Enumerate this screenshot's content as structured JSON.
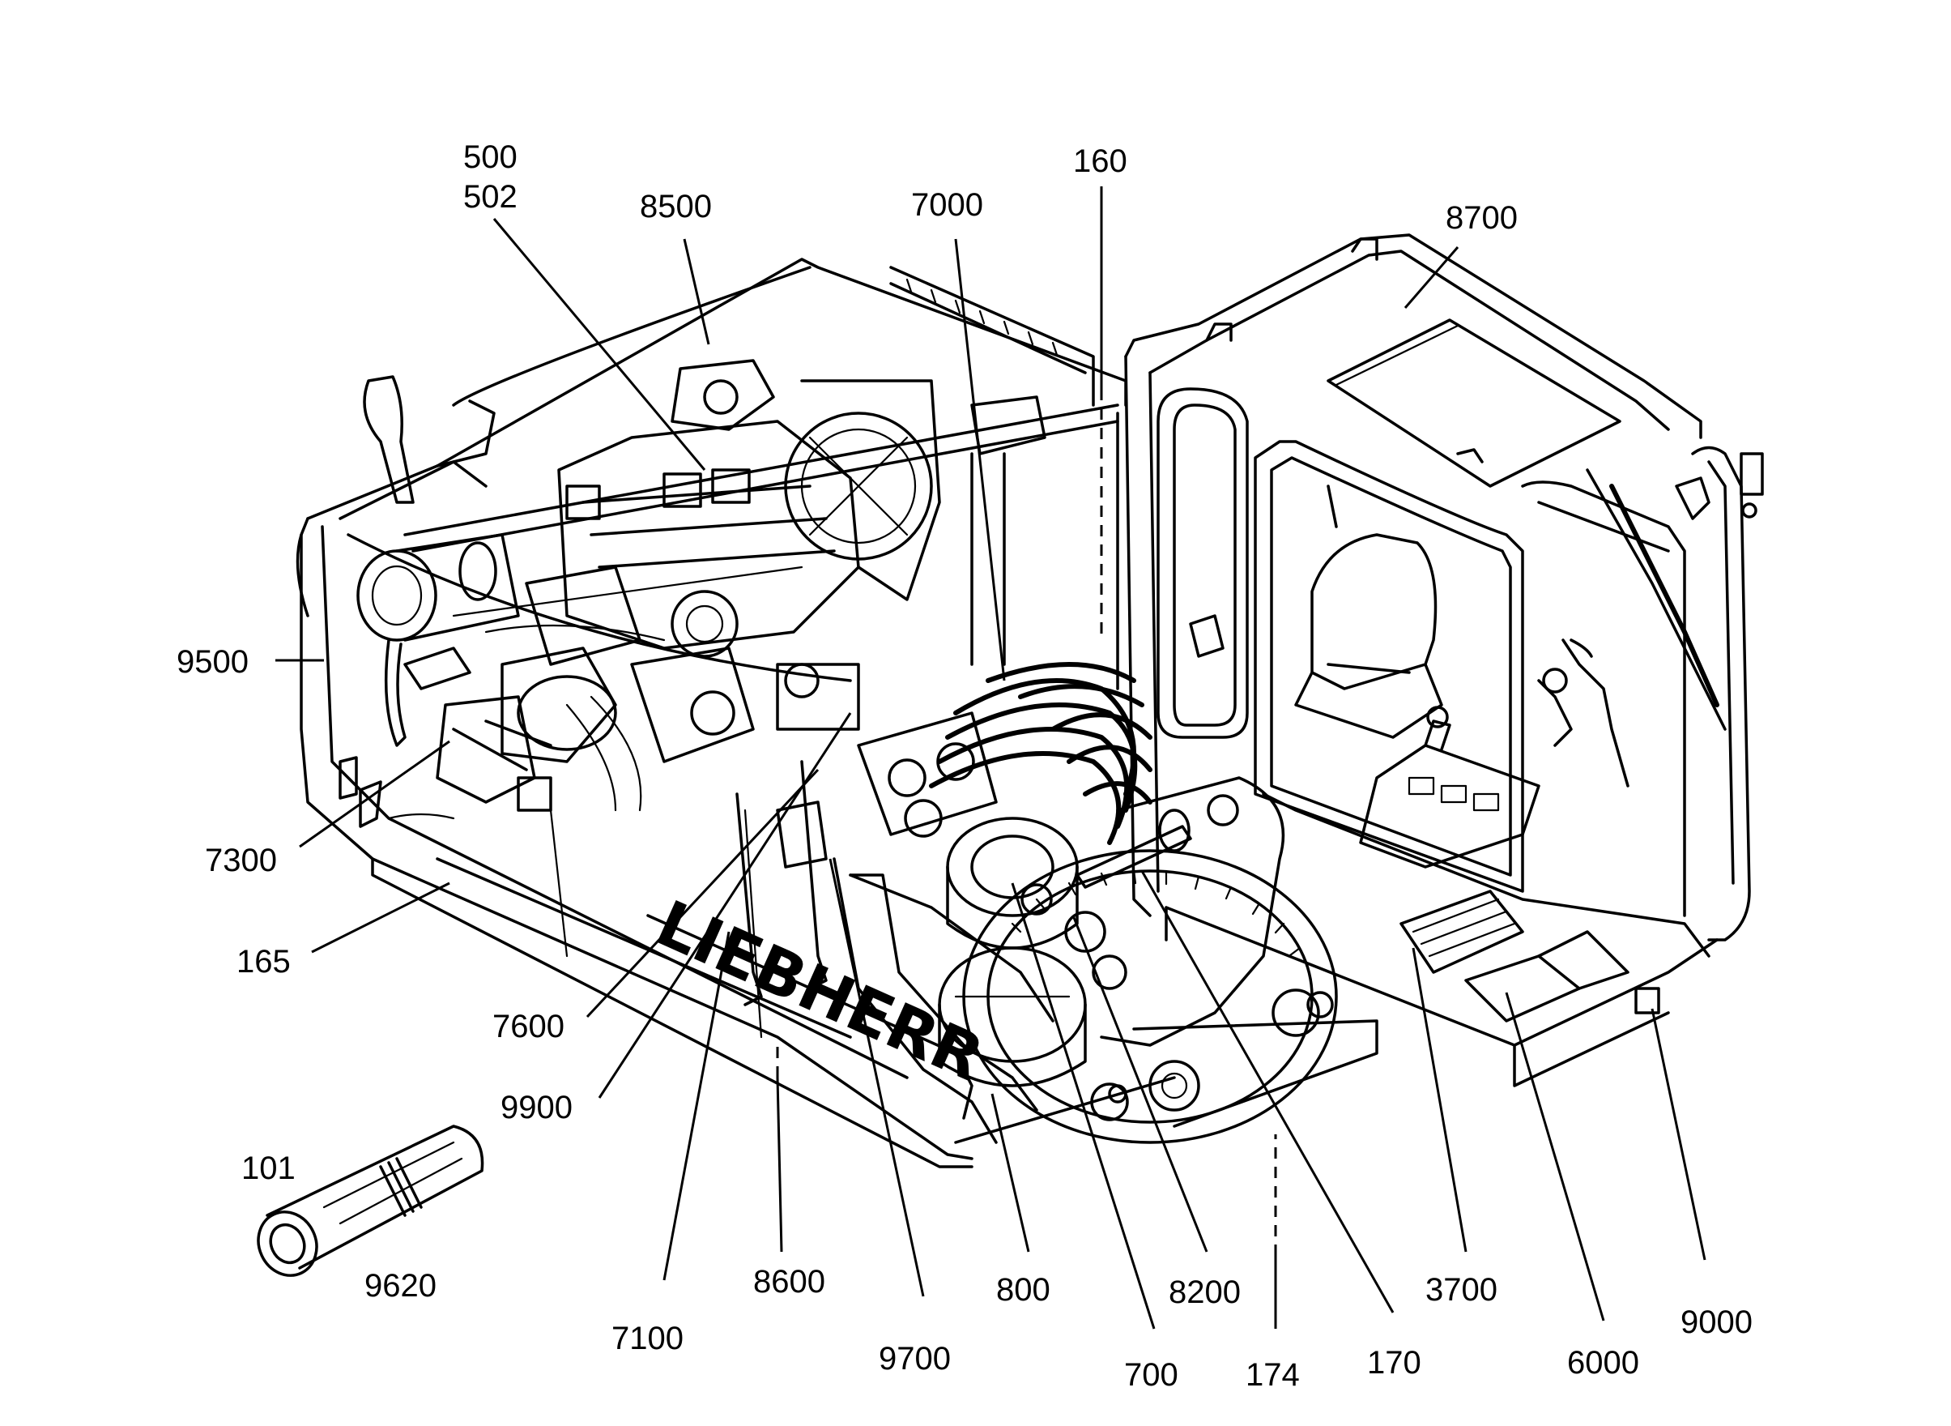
{
  "diagram": {
    "logo": "LIEBHERR",
    "callouts": [
      {
        "id": "c500",
        "text": "500"
      },
      {
        "id": "c502",
        "text": "502"
      },
      {
        "id": "c8500",
        "text": "8500"
      },
      {
        "id": "c7000",
        "text": "7000"
      },
      {
        "id": "c160",
        "text": "160"
      },
      {
        "id": "c8700",
        "text": "8700"
      },
      {
        "id": "c9500",
        "text": "9500"
      },
      {
        "id": "c7300",
        "text": "7300"
      },
      {
        "id": "c165",
        "text": "165"
      },
      {
        "id": "c7600",
        "text": "7600"
      },
      {
        "id": "c9900",
        "text": "9900"
      },
      {
        "id": "c101",
        "text": "101"
      },
      {
        "id": "c9620",
        "text": "9620"
      },
      {
        "id": "c7100",
        "text": "7100"
      },
      {
        "id": "c8600",
        "text": "8600"
      },
      {
        "id": "c9700",
        "text": "9700"
      },
      {
        "id": "c800",
        "text": "800"
      },
      {
        "id": "c700",
        "text": "700"
      },
      {
        "id": "c8200",
        "text": "8200"
      },
      {
        "id": "c174",
        "text": "174"
      },
      {
        "id": "c170",
        "text": "170"
      },
      {
        "id": "c3700",
        "text": "3700"
      },
      {
        "id": "c6000",
        "text": "6000"
      },
      {
        "id": "c9000",
        "text": "9000"
      }
    ]
  }
}
